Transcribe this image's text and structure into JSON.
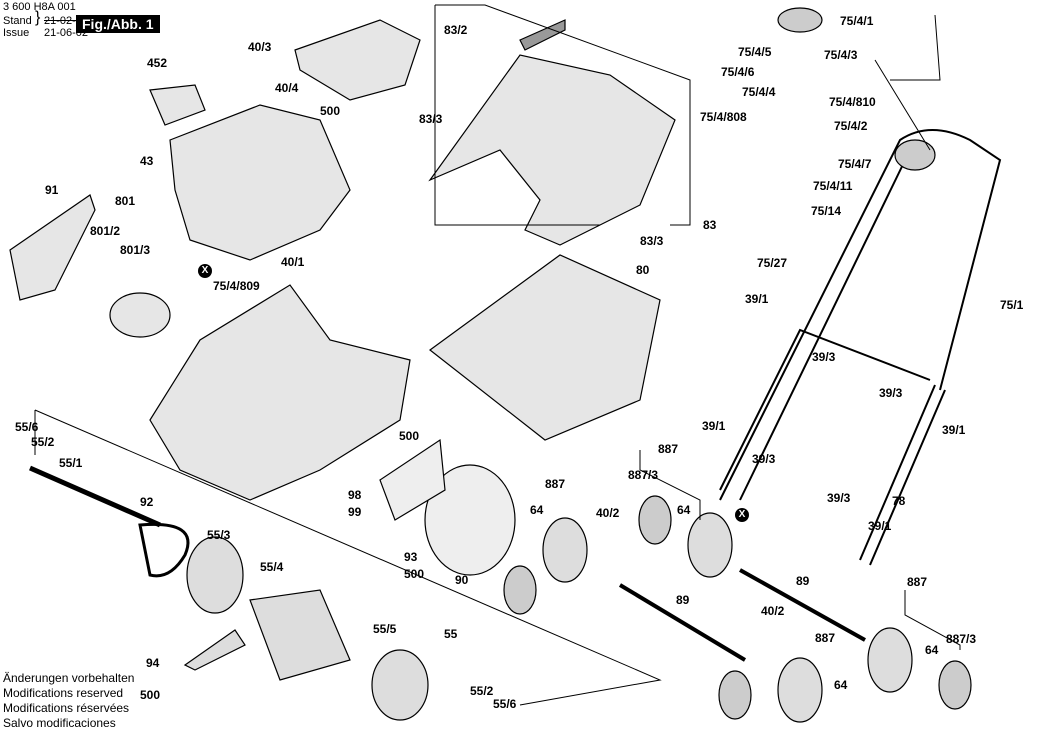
{
  "header": {
    "doc_number": "3 600 H8A 001",
    "stand_label": "Stand",
    "issue_label": "Issue",
    "stand_date": "21-02-10",
    "issue_date": "21-06-02",
    "figure": "Fig./Abb. 1"
  },
  "notes": [
    "Änderungen vorbehalten",
    "Modifications reserved",
    "Modifications réservées",
    "Salvo modificaciones"
  ],
  "xmarker": "X",
  "labels": {
    "l40_3": "40/3",
    "l452": "452",
    "l40_4": "40/4",
    "l500a": "500",
    "l43": "43",
    "l91": "91",
    "l801": "801",
    "l801_2": "801/2",
    "l801_3": "801/3",
    "l75_4_809": "75/4/809",
    "l40_1": "40/1",
    "l83_2": "83/2",
    "l83_3a": "83/3",
    "l83": "83",
    "l83_3b": "83/3",
    "l80": "80",
    "l75_4_1": "75/4/1",
    "l75_4_5": "75/4/5",
    "l75_4_3": "75/4/3",
    "l75_4_6": "75/4/6",
    "l75_4_4": "75/4/4",
    "l75_4_810": "75/4/810",
    "l75_4_808": "75/4/808",
    "l75_4_2": "75/4/2",
    "l75_4_7": "75/4/7",
    "l75_4_11": "75/4/11",
    "l75_14": "75/14",
    "l75_27": "75/27",
    "l39_1a": "39/1",
    "l39_3a": "39/3",
    "l75_1": "75/1",
    "l39_3b": "39/3",
    "l39_1b": "39/1",
    "l55_6a": "55/6",
    "l55_2a": "55/2",
    "l55_1": "55/1",
    "l92": "92",
    "l55_3": "55/3",
    "l55_4": "55/4",
    "l94": "94",
    "l500b": "500",
    "l55_5": "55/5",
    "l55": "55",
    "l55_2b": "55/2",
    "l55_6b": "55/6",
    "l500c": "500",
    "l98": "98",
    "l99": "99",
    "l93": "93",
    "l500d": "500",
    "l90": "90",
    "l887a": "887",
    "l64a": "64",
    "l40_2a": "40/2",
    "l887b": "887",
    "l887_3a": "887/3",
    "l64b": "64",
    "l39_1c": "39/1",
    "l39_3c": "39/3",
    "l39_3d": "39/3",
    "l78": "78",
    "l39_1d": "39/1",
    "l89a": "89",
    "l89b": "89",
    "l40_2b": "40/2",
    "l887c": "887",
    "l64c": "64",
    "l887d": "887",
    "l64d": "64",
    "l887_3b": "887/3"
  }
}
